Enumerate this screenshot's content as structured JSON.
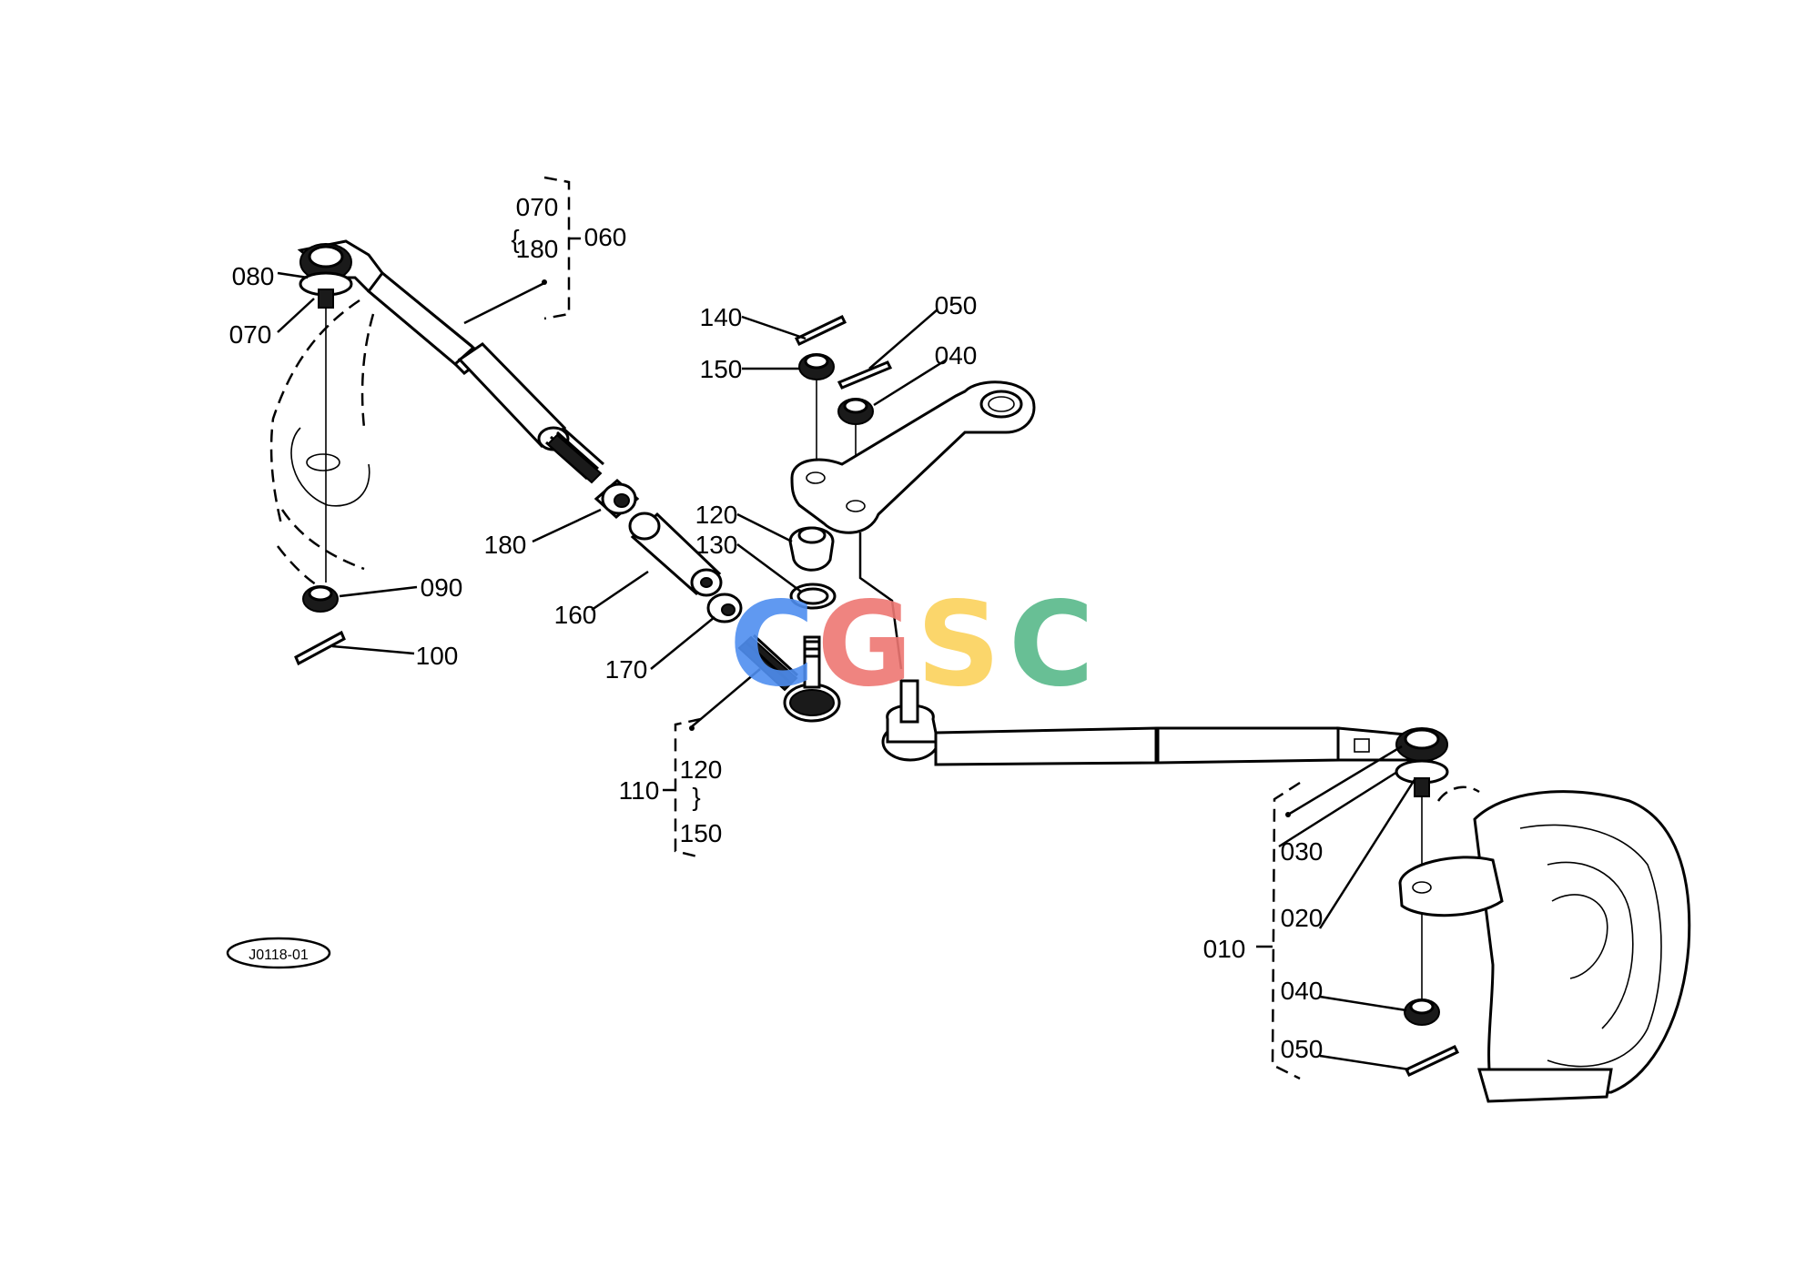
{
  "labels": {
    "l070a": "070",
    "l180a": "180",
    "l060": "060",
    "l080": "080",
    "l070b": "070",
    "l140": "140",
    "l050a": "050",
    "l150a": "150",
    "l040a": "040",
    "l120a": "120",
    "l130": "130",
    "l180b": "180",
    "l160": "160",
    "l090": "090",
    "l100": "100",
    "l170": "170",
    "l110": "110",
    "l120b": "120",
    "l150b": "150",
    "l030": "030",
    "l020": "020",
    "l010": "010",
    "l040b": "040",
    "l050b": "050",
    "figure_id": "J0118-01"
  },
  "watermark": {
    "letters": [
      "C",
      "G",
      "S",
      "C"
    ],
    "colors": [
      "#4f8ef0",
      "#ee7773",
      "#fbd25c",
      "#58b98a"
    ]
  }
}
